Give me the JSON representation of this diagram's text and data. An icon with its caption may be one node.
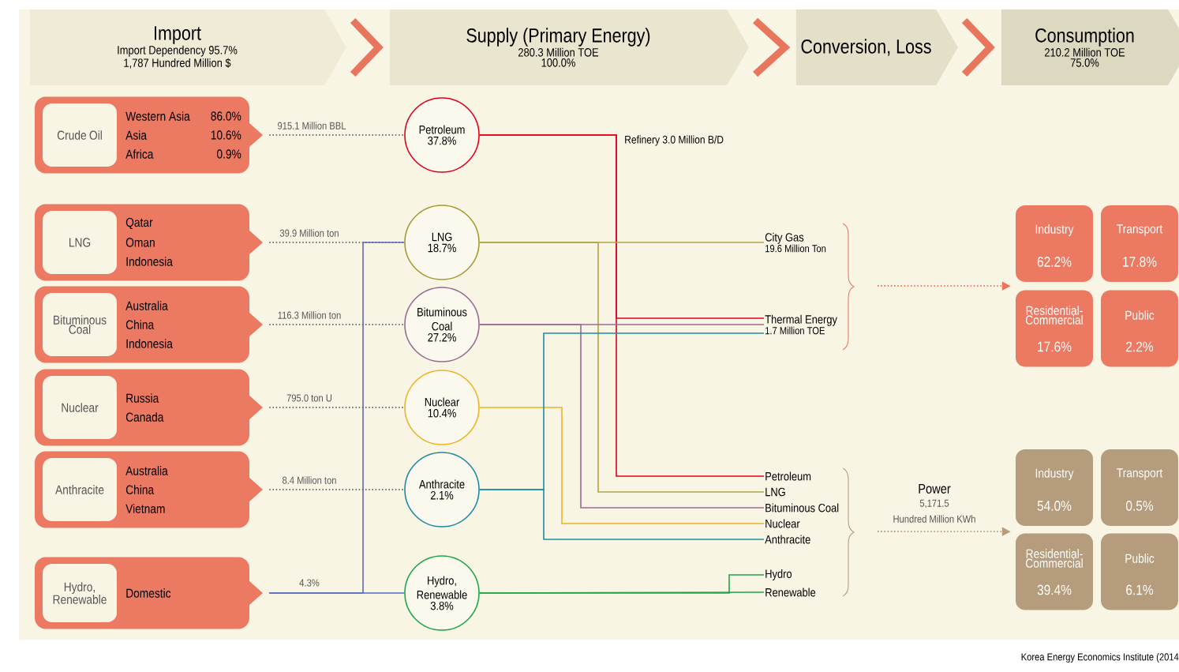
{
  "diagram": {
    "nodes": [
      {
        "text": [
          "Import",
          "Import Dependency 95.7%",
          "1,787 Hundred Million $"
        ]
      },
      {
        "text": [
          "Supply (Primary Energy)",
          "280.3 Million TOE",
          "100.0%"
        ]
      },
      {
        "text": [
          "Conversion, Loss"
        ]
      },
      {
        "text": [
          "Consumption",
          "210.2 Million TOE",
          "75.0%"
        ]
      },
      {
        "text": [
          "Western Asia",
          "86.0%",
          "Asia",
          "10.6%",
          "Africa",
          "0.9%"
        ]
      },
      {
        "text": [
          "Crude Oil"
        ],
        "in": 4
      },
      {
        "text": [
          "Qatar",
          "Oman",
          "Indonesia"
        ]
      },
      {
        "text": [
          "LNG"
        ],
        "in": 6
      },
      {
        "text": [
          "Australia",
          "China",
          "Indonesia"
        ]
      },
      {
        "text": [
          "Bituminous Coal"
        ],
        "in": 8
      },
      {
        "text": [
          "Russia",
          "Canada"
        ]
      },
      {
        "text": [
          "Nuclear"
        ],
        "in": 10
      },
      {
        "text": [
          "Australia",
          "China",
          "Vietnam"
        ]
      },
      {
        "text": [
          "Anthracite"
        ],
        "in": 12
      },
      {
        "text": [
          "Domestic"
        ]
      },
      {
        "text": [
          "Hydro, Renewable"
        ],
        "in": 14
      },
      {
        "text": [
          "Petroleum",
          "37.8%"
        ]
      },
      {
        "text": [
          "LNG",
          "18.7%"
        ]
      },
      {
        "text": [
          "Bituminous Coal",
          "27.2%"
        ]
      },
      {
        "text": [
          "Nuclear",
          "10.4%"
        ]
      },
      {
        "text": [
          "Anthracite",
          "2.1%"
        ]
      },
      {
        "text": [
          "Hydro, Renewable",
          "3.8%"
        ]
      },
      {
        "text": [
          "City Gas",
          "19.6 Million Ton"
        ]
      },
      {
        "text": [
          "Thermal Energy",
          "1.7 Million TOE"
        ]
      },
      {
        "text": [
          "Petroleum"
        ]
      },
      {
        "text": [
          "LNG"
        ]
      },
      {
        "text": [
          "Bituminous Coal"
        ]
      },
      {
        "text": [
          "Nuclear"
        ]
      },
      {
        "text": [
          "Anthracite"
        ]
      },
      {
        "text": [
          "Hydro"
        ]
      },
      {
        "text": [
          "Renewable"
        ]
      },
      {
        "text": [
          "Industry",
          "62.2%"
        ]
      },
      {
        "text": [
          "Transport",
          "17.8%"
        ]
      },
      {
        "text": [
          "Residential-Commercial",
          "17.6%"
        ]
      },
      {
        "text": [
          "Public",
          "2.2%"
        ]
      },
      {
        "text": [
          "Industry",
          "54.0%"
        ]
      },
      {
        "text": [
          "Transport",
          "0.5%"
        ]
      },
      {
        "text": [
          "Residential-Commercial",
          "39.4%"
        ]
      },
      {
        "text": [
          "Public",
          "6.1%"
        ]
      }
    ],
    "edges": [
      {
        "from": 0,
        "to": 1,
        "arrow": "to",
        "style": "thick",
        "color": "#e8765c"
      },
      {
        "from": 1,
        "to": 2,
        "arrow": "to",
        "style": "thick",
        "color": "#e8765c"
      },
      {
        "from": 2,
        "to": 3,
        "arrow": "to",
        "style": "thick",
        "color": "#e8765c"
      },
      {
        "from": 4,
        "to": 16,
        "arrow": "none",
        "style": "dashed",
        "color": "#777777",
        "label": "915.1 Million BBL"
      },
      {
        "from": 6,
        "to": 17,
        "arrow": "none",
        "style": "dashed",
        "color": "#777777",
        "label": "39.9 Million ton"
      },
      {
        "from": 8,
        "to": 18,
        "arrow": "none",
        "style": "dashed",
        "color": "#777777",
        "label": "116.3 Million ton"
      },
      {
        "from": 10,
        "to": 19,
        "arrow": "none",
        "style": "dashed",
        "color": "#777777",
        "label": "795.0 ton U"
      },
      {
        "from": 12,
        "to": 20,
        "arrow": "none",
        "style": "dashed",
        "color": "#777777",
        "label": "8.4 Million ton"
      },
      {
        "from": 14,
        "to": 21,
        "arrow": "none",
        "color": "#5a6abf",
        "label": "4.3%"
      },
      {
        "from": 14,
        "to": 17,
        "arrow": "none",
        "color": "#5a6abf"
      },
      {
        "from": 16,
        "to": 23,
        "arrow": "none",
        "color": "#e3001b"
      },
      {
        "from": 16,
        "to": 24,
        "arrow": "none",
        "color": "#e3001b",
        "label": "Refinery 3.0 Million B/D"
      },
      {
        "from": 17,
        "to": 22,
        "arrow": "none",
        "color": "#b0a548"
      },
      {
        "from": 17,
        "to": 25,
        "arrow": "none",
        "color": "#b0a548"
      },
      {
        "from": 18,
        "to": 23,
        "arrow": "none",
        "color": "#9b6b94"
      },
      {
        "from": 18,
        "to": 26,
        "arrow": "none",
        "color": "#9b6b94"
      },
      {
        "from": 19,
        "to": 27,
        "arrow": "none",
        "color": "#f0b323"
      },
      {
        "from": 20,
        "to": 23,
        "arrow": "none",
        "color": "#1f8aa5"
      },
      {
        "from": 20,
        "to": 28,
        "arrow": "none",
        "color": "#1f8aa5"
      },
      {
        "from": 21,
        "to": 29,
        "arrow": "none",
        "color": "#22a34a"
      },
      {
        "from": 21,
        "to": 30,
        "arrow": "none",
        "color": "#22a34a"
      },
      {
        "from": null,
        "to": 31,
        "arrow": "to",
        "style": "dashed",
        "color": "#e8765c"
      },
      {
        "from": null,
        "to": 35,
        "arrow": "to",
        "style": "dashed",
        "color": "#b59c7c"
      }
    ],
    "labels": [
      "Power",
      "5,171.5",
      "Hundred Million KWh",
      "Korea Energy Economics Institute (2014"
    ]
  }
}
